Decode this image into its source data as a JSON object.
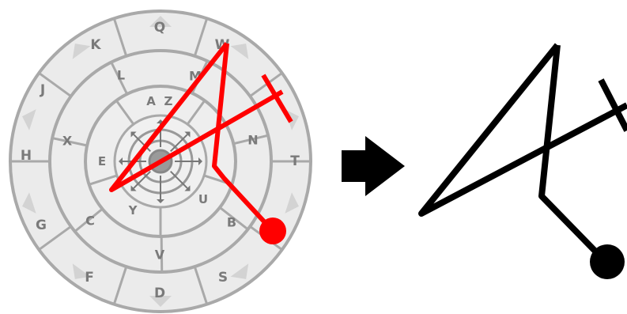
{
  "wheel": {
    "letters": {
      "outer": [
        "Q",
        "W",
        "T",
        "S",
        "D",
        "F",
        "G",
        "H",
        "J",
        "K"
      ],
      "ring2": [
        "M",
        "N",
        "B",
        "V",
        "C",
        "X",
        "L"
      ],
      "ring3": [
        "Z",
        "U",
        "Y",
        "E",
        "A"
      ]
    },
    "ring_color": "#a9a9a9",
    "fill_color": "#e9e9e9",
    "arrow_color": "#d3d3d3"
  },
  "glyph": {
    "stroke_color_left": "#ff0000",
    "stroke_color_right": "#000000"
  },
  "arrow": {
    "color": "#000000",
    "icon": "right-arrow-icon"
  }
}
